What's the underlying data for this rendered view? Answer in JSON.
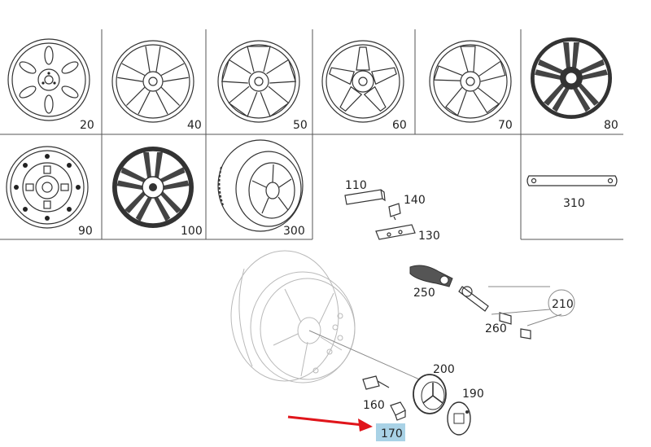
{
  "parts": {
    "p20": "20",
    "p40": "40",
    "p50": "50",
    "p60": "60",
    "p70": "70",
    "p80": "80",
    "p90": "90",
    "p100": "100",
    "p300": "300",
    "p310": "310",
    "p110": "110",
    "p140": "140",
    "p130": "130",
    "p250": "250",
    "p210": "210",
    "p260": "260",
    "p200": "200",
    "p190": "190",
    "p160": "160",
    "p170": "170"
  },
  "highlight": {
    "part": "170",
    "bg_color": "#a9d2e6",
    "arrow_color": "#e0151b"
  },
  "colors": {
    "line": "#555555",
    "ink": "#333333",
    "faint": "#b9b9b9"
  }
}
